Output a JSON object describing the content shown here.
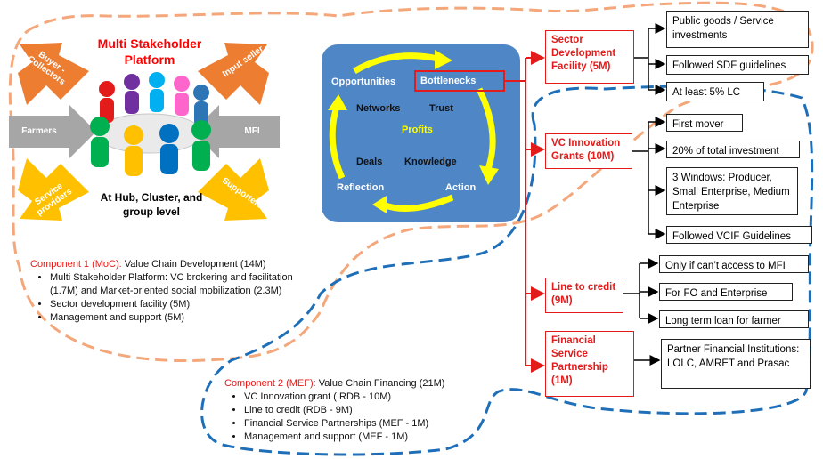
{
  "platform": {
    "title_line1": "Multi Stakeholder",
    "title_line2": "Platform",
    "hub_line1": "At Hub, Cluster, and",
    "hub_line2": "group level",
    "arrows": {
      "buyer": "Buyer - Collectors",
      "input": "Input seller",
      "farmers": "Farmers",
      "mfi": "MFI",
      "service": "Service providers",
      "supporters": "Supporters"
    }
  },
  "cycle": {
    "opportunities": "Opportunities",
    "bottlenecks": "Bottlenecks",
    "networks": "Networks",
    "trust": "Trust",
    "profits": "Profits",
    "deals": "Deals",
    "knowledge": "Knowledge",
    "reflection": "Reflection",
    "action": "Action"
  },
  "facilities": [
    {
      "label": "Sector Development Facility (5M)",
      "items": [
        "Public goods / Service investments",
        "Followed SDF guidelines",
        "At least 5% LC"
      ]
    },
    {
      "label": "VC Innovation Grants (10M)",
      "items": [
        "First mover",
        "20% of total investment",
        "3 Windows: Producer, Small Enterprise, Medium Enterprise",
        "Followed VCIF Guidelines"
      ]
    },
    {
      "label": "Line to credit (9M)",
      "items": [
        "Only if can’t access to MFI",
        "For FO and Enterprise",
        "Long term loan for farmer"
      ]
    },
    {
      "label": "Financial Service Partnership (1M)",
      "items": [
        "Partner Financial Institutions: LOLC, AMRET and Prasac"
      ]
    }
  ],
  "component1": {
    "head": "Component  1 (MoC):",
    "title": " Value Chain Development (14M)",
    "bullets": [
      "Multi Stakeholder Platform: VC brokering and facilitation (1.7M) and Market-oriented social mobilization (2.3M)",
      "Sector development facility (5M)",
      "Management and support (5M)"
    ]
  },
  "component2": {
    "head": "Component  2 (MEF):",
    "title": " Value Chain Financing (21M)",
    "bullets": [
      "VC Innovation grant ( RDB - 10M)",
      "Line to credit (RDB - 9M)",
      "Financial Service Partnerships (MEF - 1M)",
      "Management and support (MEF - 1M)"
    ]
  },
  "colors": {
    "orange_dash": "#f4a77a",
    "blue_dash": "#1f6fb8",
    "red": "#e31b1b",
    "cycle_bg": "#4f86c6",
    "arrow_orange": "#ed7d31",
    "arrow_yellow": "#ffc000",
    "arrow_gray": "#a6a6a6"
  }
}
